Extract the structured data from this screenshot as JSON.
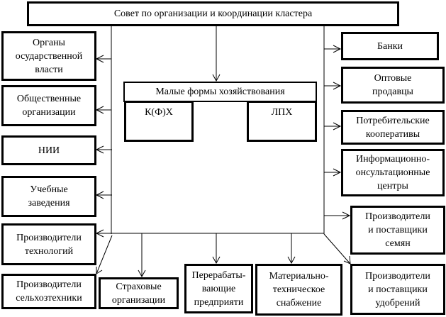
{
  "title": "Совет по организации и координации кластера",
  "small_forms": {
    "title": "Малые формы хозяйствования",
    "kfh": "К(Ф)Х",
    "lph": "ЛПХ"
  },
  "left": [
    "Органы\nосударственной\nвласти",
    "Общественные\nорганизации",
    "НИИ",
    "Учебные\nзаведения",
    "Производители\nтехнологий",
    "Производители\nсельхозтехники"
  ],
  "right": [
    "Банки",
    "Оптовые\nпродавцы",
    "Потребительские\nкооперативы",
    "Информационно-\nонсультационные\nцентры",
    "Производители\nи поставщики\nсемян"
  ],
  "bottom": [
    "Страховые\nорганизации",
    "Перерабаты-\nвающие\nпредприяти",
    "Материально-\nтехническое\nснабжение",
    "Производители\nи поставщики\nудобрений"
  ]
}
